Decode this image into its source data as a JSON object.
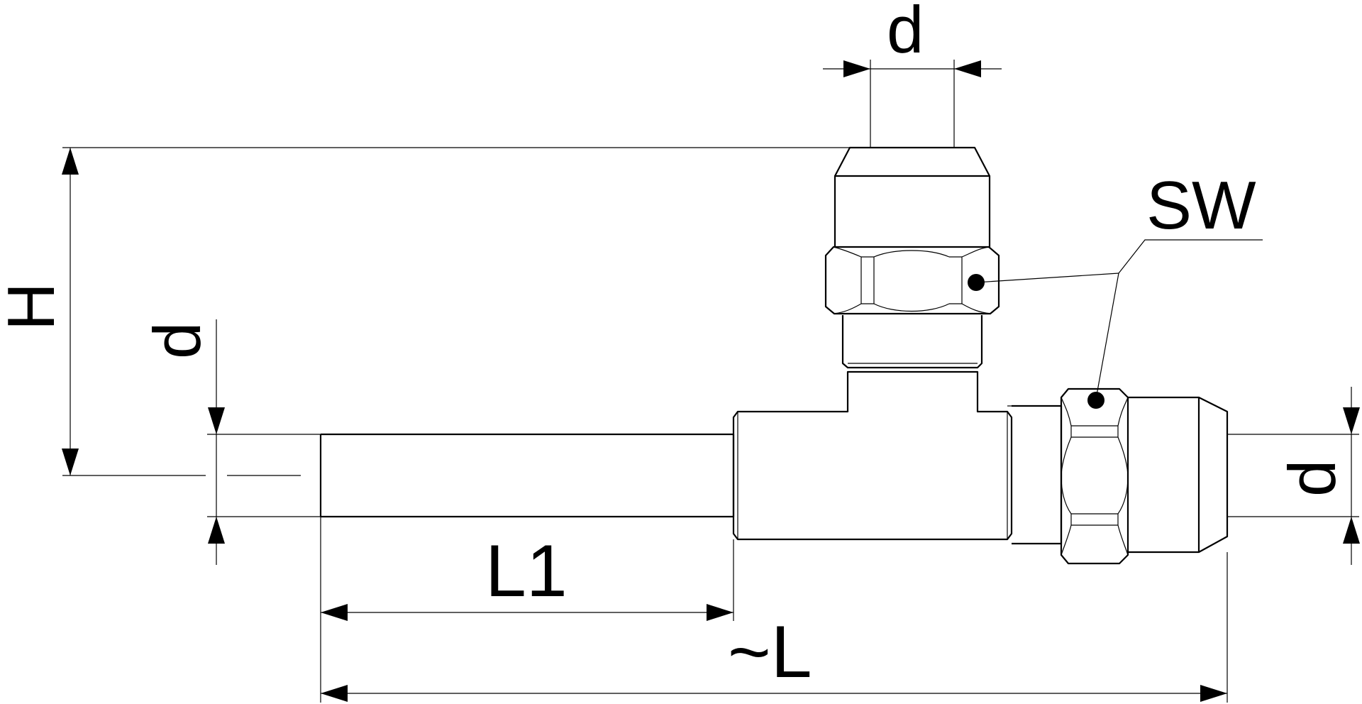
{
  "labels": {
    "d_top": "d",
    "sw": "SW",
    "h": "H",
    "d_left": "d",
    "d_right": "d",
    "l1": "L1",
    "l": "~L"
  }
}
